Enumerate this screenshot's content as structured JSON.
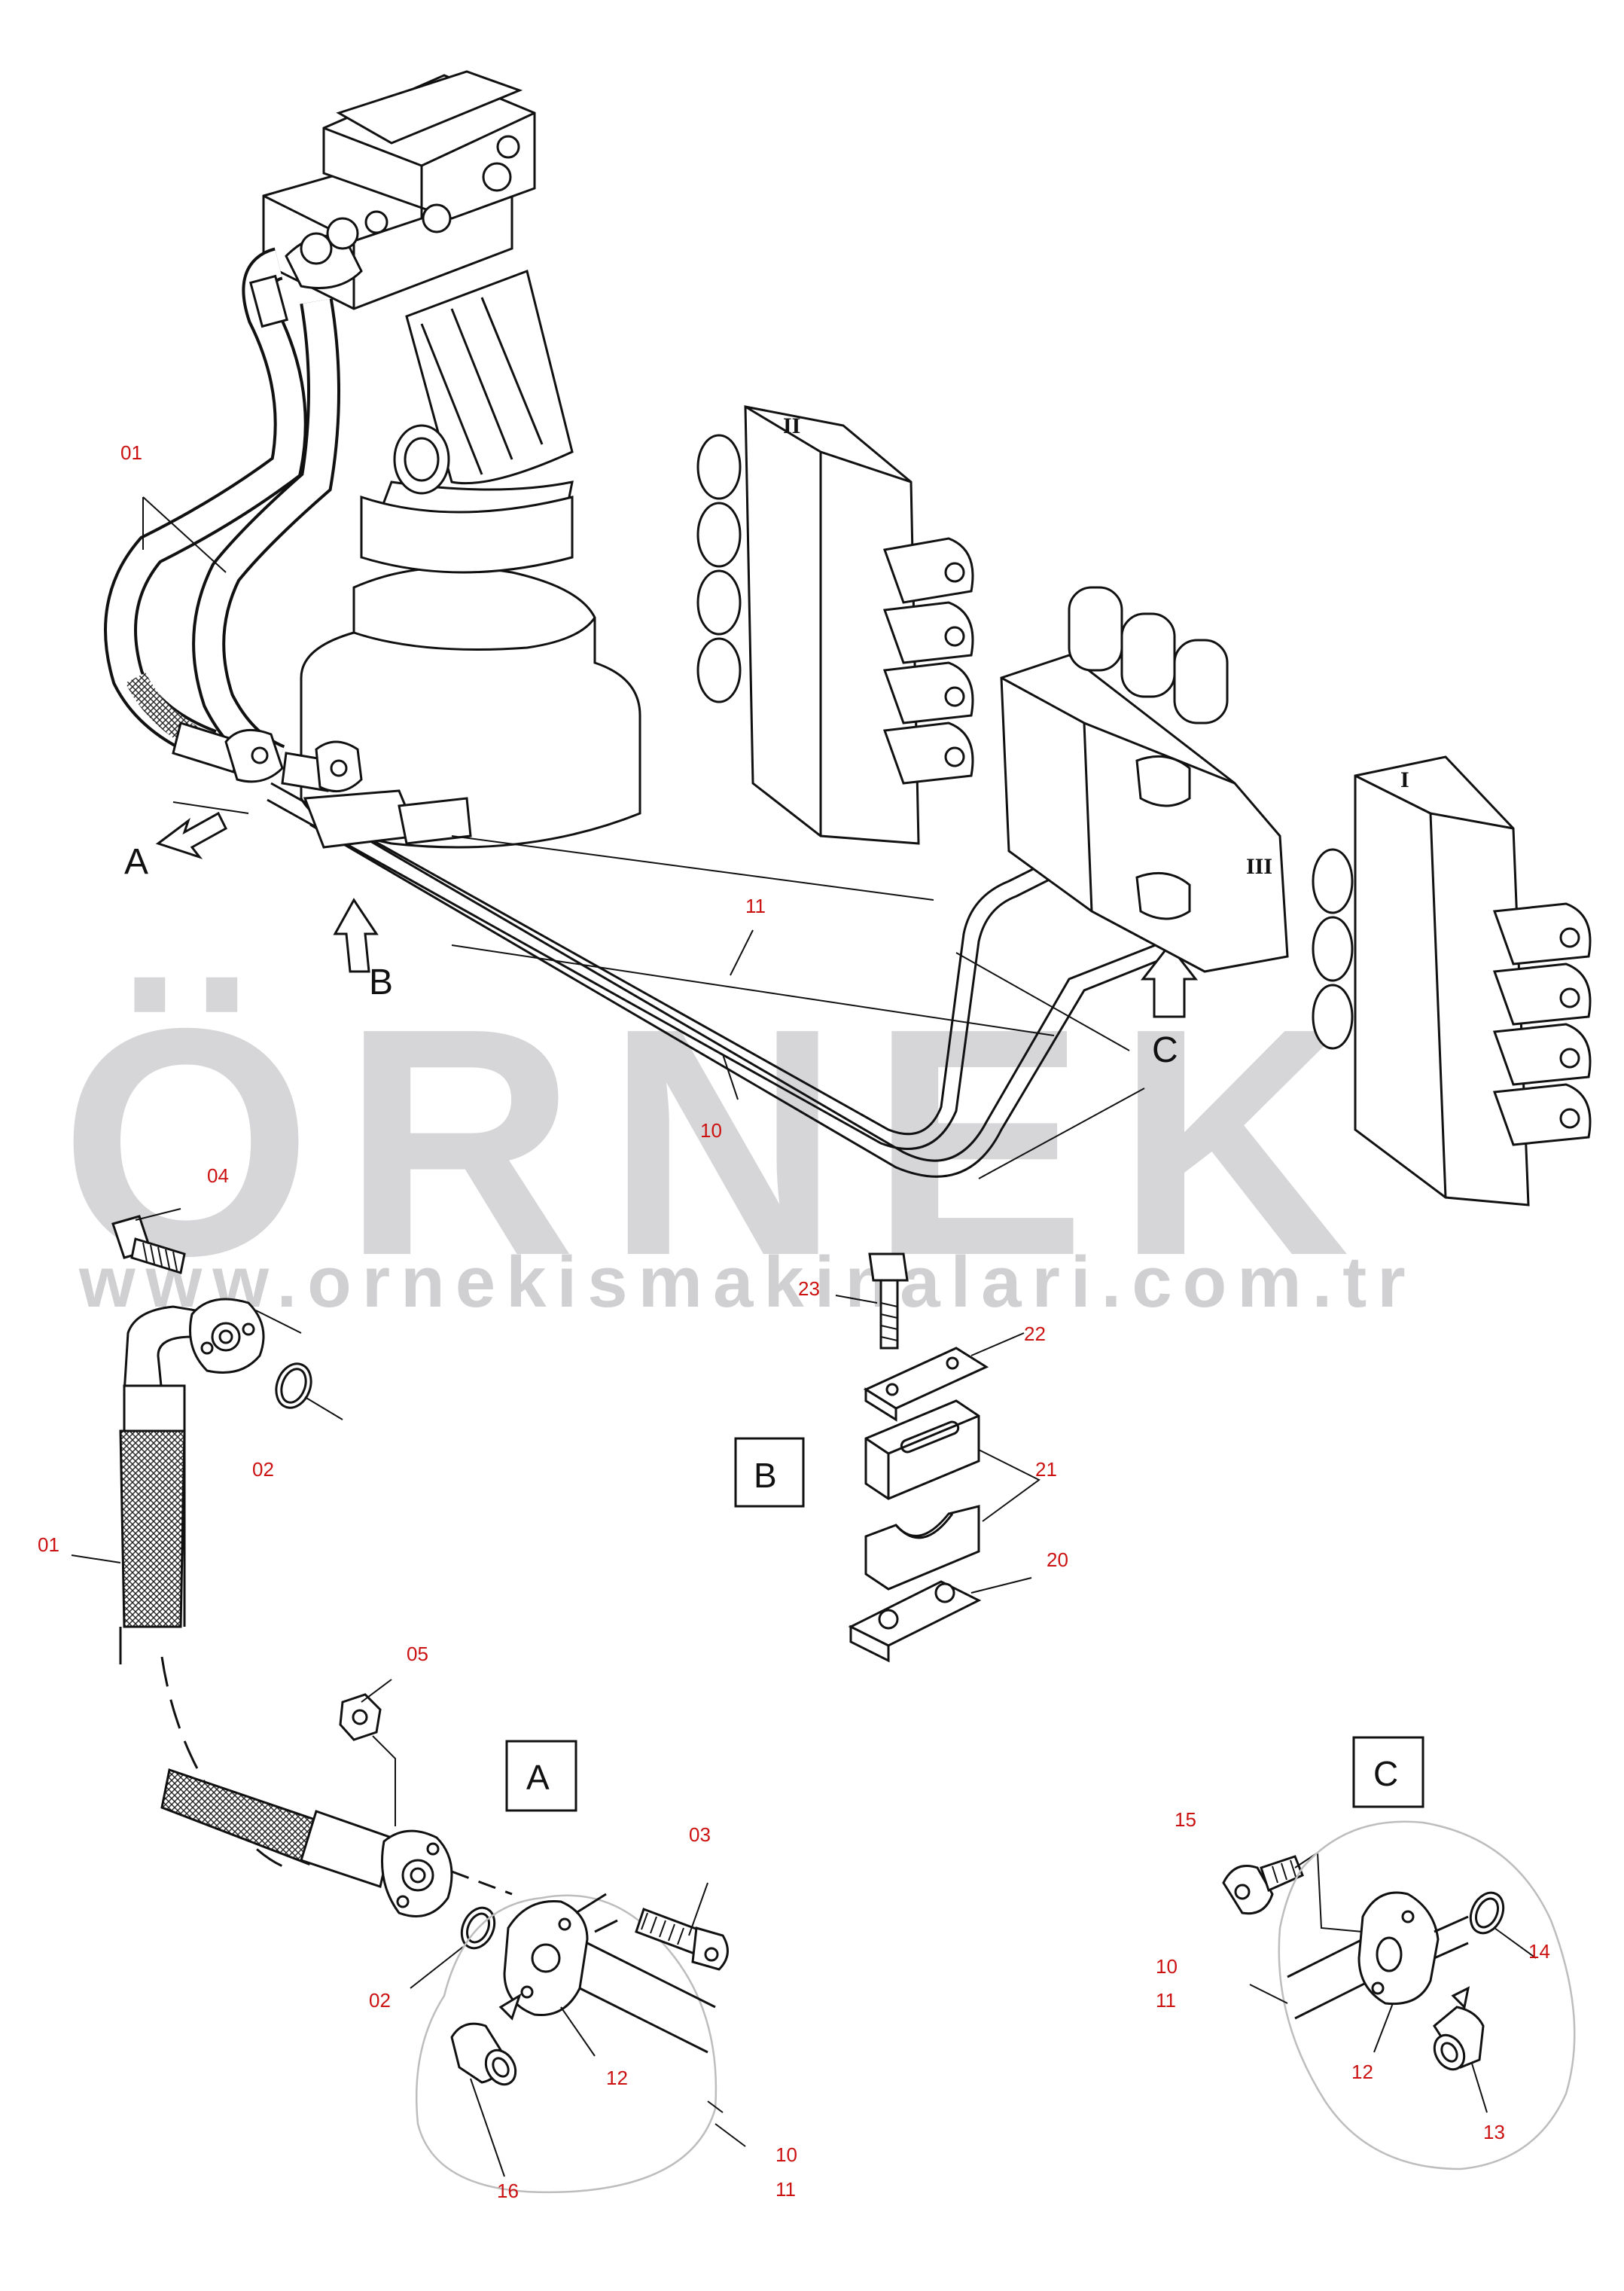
{
  "watermark": {
    "brand": "ÖRNEK",
    "url": "www.ornekismakinalari.com.tr",
    "accent_color": "#f5d57a",
    "text_color": "#d6d6d8"
  },
  "views": {
    "a": "A",
    "b": "B",
    "c": "C"
  },
  "detail_boxes": {
    "a": "A",
    "b": "B",
    "c": "C"
  },
  "control_valves": {
    "i": "I",
    "ii": "II",
    "iii": "III"
  },
  "callouts": {
    "p01_top": "01",
    "p11_top": "11",
    "p10_top": "10",
    "p04": "04",
    "p02_left": "02",
    "p01_left": "01",
    "p23": "23",
    "p22": "22",
    "p21": "21",
    "p20": "20",
    "p05": "05",
    "p03": "03",
    "p02_a": "02",
    "p12_a": "12",
    "p16": "16",
    "p10_a": "10",
    "p11_a": "11",
    "p15": "15",
    "p10_c": "10",
    "p11_c": "11",
    "p14": "14",
    "p12_c": "12",
    "p13": "13"
  },
  "colors": {
    "callout": "#cc1111",
    "line": "#111111"
  }
}
